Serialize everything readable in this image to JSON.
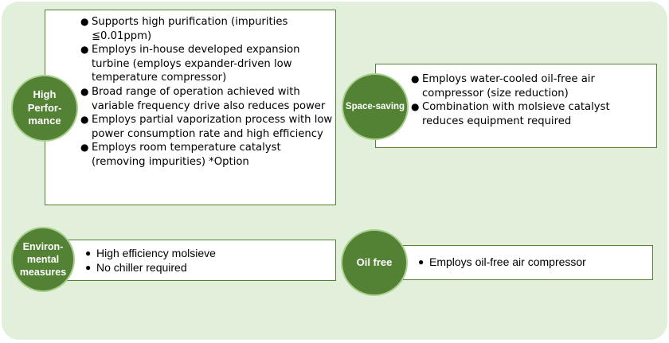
{
  "colors": {
    "panel": "#e2efda",
    "circle": "#548235",
    "border": "#538135"
  },
  "sections": [
    {
      "id": "high-performance",
      "label": "High\nPerfor-\nmance",
      "bullets": [
        "Supports high purification (impurities ≦0.01ppm)",
        "Employs in-house developed expansion turbine (employs expander-driven low temperature compressor)",
        "Broad range of operation achieved with variable frequency drive also reduces power",
        "Employs partial vaporization process with low power consumption rate and high efficiency",
        "Employs room temperature catalyst (removing impurities) *Option"
      ]
    },
    {
      "id": "space-saving",
      "label": "Space-saving",
      "bullets": [
        "Employs water-cooled oil-free air compressor (size reduction)",
        "Combination with molsieve catalyst reduces equipment required"
      ]
    },
    {
      "id": "environmental",
      "label": "Environ-\nmental\nmeasures",
      "bullets": [
        "High efficiency molsieve",
        "No chiller required"
      ]
    },
    {
      "id": "oil-free",
      "label": "Oil free",
      "bullets": [
        "Employs oil-free air compressor"
      ]
    }
  ]
}
